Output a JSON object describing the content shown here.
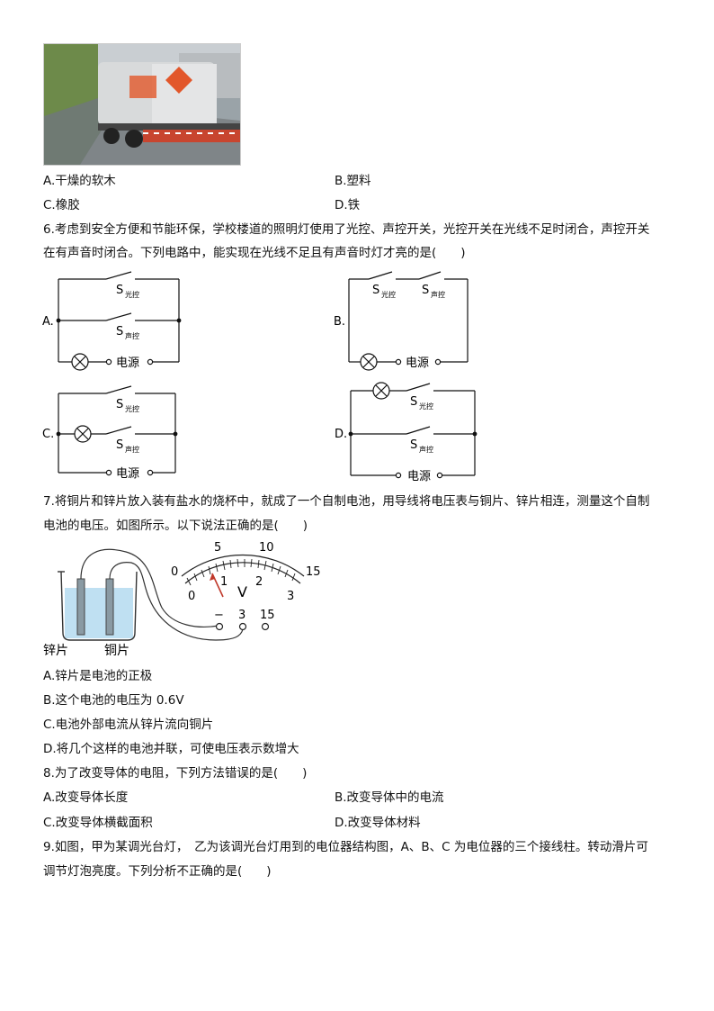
{
  "q5": {
    "options": {
      "A": "A.干燥的软木",
      "B": "B.塑料",
      "C": "C.橡胶",
      "D": "D.铁"
    }
  },
  "q6": {
    "stem_line1": "6.考虑到安全方便和节能环保，学校楼道的照明灯使用了光控、声控开关，光控开关在光线不足时闭合，声控开关",
    "stem_line2": "在有声音时闭合。下列电路中，能实现在光线不足且有声音时灯才亮的是(　　)",
    "labels": {
      "A": "A.",
      "B": "B.",
      "C": "C.",
      "D": "D."
    },
    "switch_light": "S",
    "switch_light_sub": "光控",
    "switch_sound": "S",
    "switch_sound_sub": "声控",
    "power": "电源"
  },
  "q7": {
    "stem_line1": "7.将铜片和锌片放入装有盐水的烧杯中，就成了一个自制电池，用导线将电压表与铜片、锌片相连，测量这个自制",
    "stem_line2": "电池的电压。如图所示。以下说法正确的是(　　)",
    "meter": {
      "outer_ticks": [
        "0",
        "5",
        "10",
        "15"
      ],
      "inner_ticks": [
        "0",
        "1",
        "2",
        "3"
      ],
      "unit": "V",
      "terminals": [
        "−",
        "3",
        "15"
      ]
    },
    "zinc": "锌片",
    "copper": "铜片",
    "options": {
      "A": "A.锌片是电池的正极",
      "B": "B.这个电池的电压为 0.6V",
      "C": "C.电池外部电流从锌片流向铜片",
      "D": "D.将几个这样的电池并联，可使电压表示数增大"
    }
  },
  "q8": {
    "stem": "8.为了改变导体的电阻，下列方法错误的是(　　)",
    "options": {
      "A": "A.改变导体长度",
      "B": "B.改变导体中的电流",
      "C": "C.改变导体横截面积",
      "D": "D.改变导体材料"
    }
  },
  "q9": {
    "stem_line1": "9.如图，甲为某调光台灯，　乙为该调光台灯用到的电位器结构图，A、B、C 为电位器的三个接线柱。转动滑片可",
    "stem_line2": "调节灯泡亮度。下列分析不正确的是(　　)"
  }
}
